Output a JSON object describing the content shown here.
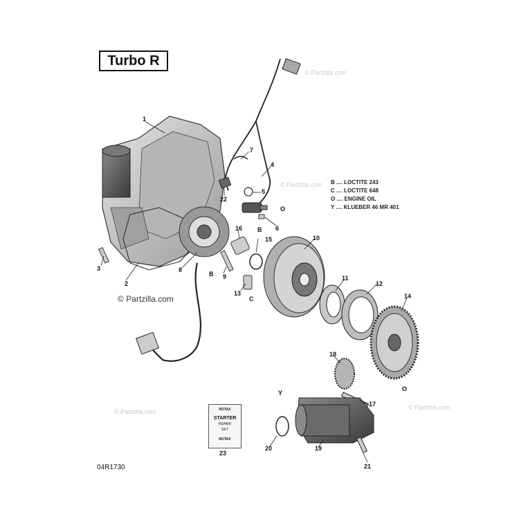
{
  "title": "Turbo R",
  "callouts": [
    {
      "id": "c1",
      "text": "1"
    },
    {
      "id": "c2",
      "text": "2"
    },
    {
      "id": "c3",
      "text": "3"
    },
    {
      "id": "c4",
      "text": "4"
    },
    {
      "id": "c5",
      "text": "5"
    },
    {
      "id": "c6",
      "text": "6"
    },
    {
      "id": "c7",
      "text": "7"
    },
    {
      "id": "c8",
      "text": "8"
    },
    {
      "id": "c9",
      "text": "9"
    },
    {
      "id": "c10",
      "text": "10"
    },
    {
      "id": "c11",
      "text": "11"
    },
    {
      "id": "c12",
      "text": "12"
    },
    {
      "id": "c13",
      "text": "13"
    },
    {
      "id": "c14",
      "text": "14"
    },
    {
      "id": "c15",
      "text": "15"
    },
    {
      "id": "c16",
      "text": "16"
    },
    {
      "id": "c17",
      "text": "17"
    },
    {
      "id": "c18",
      "text": "18"
    },
    {
      "id": "c19",
      "text": "19"
    },
    {
      "id": "c20",
      "text": "20"
    },
    {
      "id": "c21",
      "text": "21"
    },
    {
      "id": "c22",
      "text": "22"
    },
    {
      "id": "c23",
      "text": "23"
    }
  ],
  "product_markers": {
    "b1": "B",
    "b2": "B",
    "c1": "C",
    "o1": "O",
    "o2": "O",
    "y1": "Y"
  },
  "legend": [
    "B .... LOCTITE 243",
    "C .... LOCTITE 648",
    "O .... ENGINE OIL",
    "Y .... KLUEBER 46 MR 401"
  ],
  "kit_card": {
    "brand_top": "ROTAX",
    "line1": "STARTER",
    "line2": "REPAIR",
    "line3": "SET",
    "brand_bottom": "ROTAX"
  },
  "watermark_main": "© Partzilla.com",
  "watermark_faint": "© Partzilla.com",
  "drawing_code": "04R1730"
}
